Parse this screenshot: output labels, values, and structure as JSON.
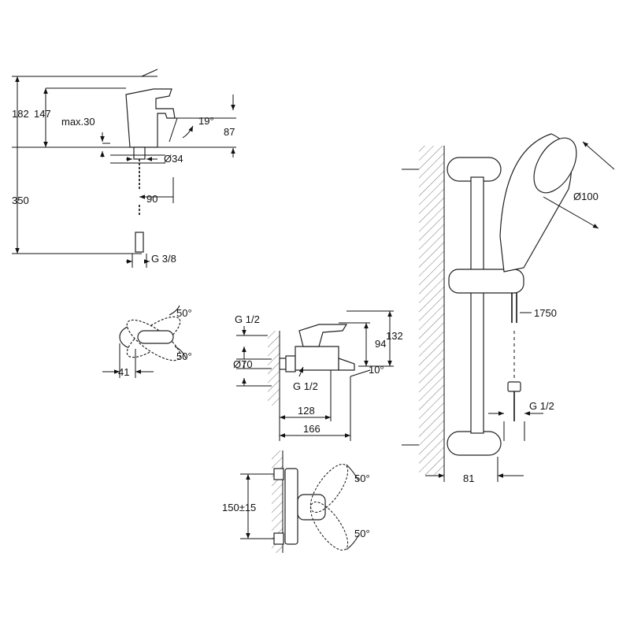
{
  "basin_mixer": {
    "dim_height_total": "182",
    "dim_height_spout": "147",
    "dim_max_deck": "max.30",
    "dim_angle": "19°",
    "dim_spout_reach": "87",
    "dim_hole_diameter": "Ø34",
    "dim_offset": "90",
    "dim_hose_length": "350",
    "dim_connection": "G 3/8"
  },
  "basin_lever_top": {
    "angle_up": "50°",
    "angle_down": "50°",
    "dim_width": "41"
  },
  "bath_mixer": {
    "dim_connection_top": "G 1/2",
    "dim_flange": "Ø70",
    "dim_height_94": "94",
    "dim_height_132": "132",
    "dim_angle": "10°",
    "dim_connection_outlet": "G 1/2",
    "dim_128": "128",
    "dim_166": "166"
  },
  "bath_mixer_front": {
    "dim_centres": "150±15",
    "angle_up": "50°",
    "angle_down": "50°"
  },
  "shower_set": {
    "dim_head_diameter": "Ø100",
    "dim_hose_length": "1750",
    "dim_connection": "G 1/2",
    "dim_wall_offset": "81"
  }
}
